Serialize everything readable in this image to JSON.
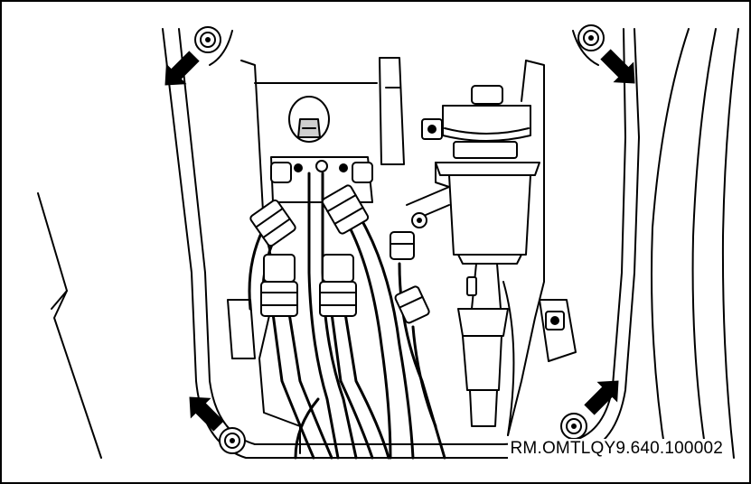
{
  "figure": {
    "reference_code": "RM.OMTLQY9.640.100002",
    "colors": {
      "line": "#000000",
      "background": "#ffffff",
      "shade": "#cfcfcf"
    },
    "callouts": [
      {
        "name": "arrow-top-left",
        "points_to": "upper-left-mounting-nut"
      },
      {
        "name": "arrow-top-right",
        "points_to": "upper-right-mounting-nut"
      },
      {
        "name": "arrow-bottom-left",
        "points_to": "lower-left-mounting-nut"
      },
      {
        "name": "arrow-bottom-right",
        "points_to": "lower-right-mounting-nut"
      }
    ]
  }
}
